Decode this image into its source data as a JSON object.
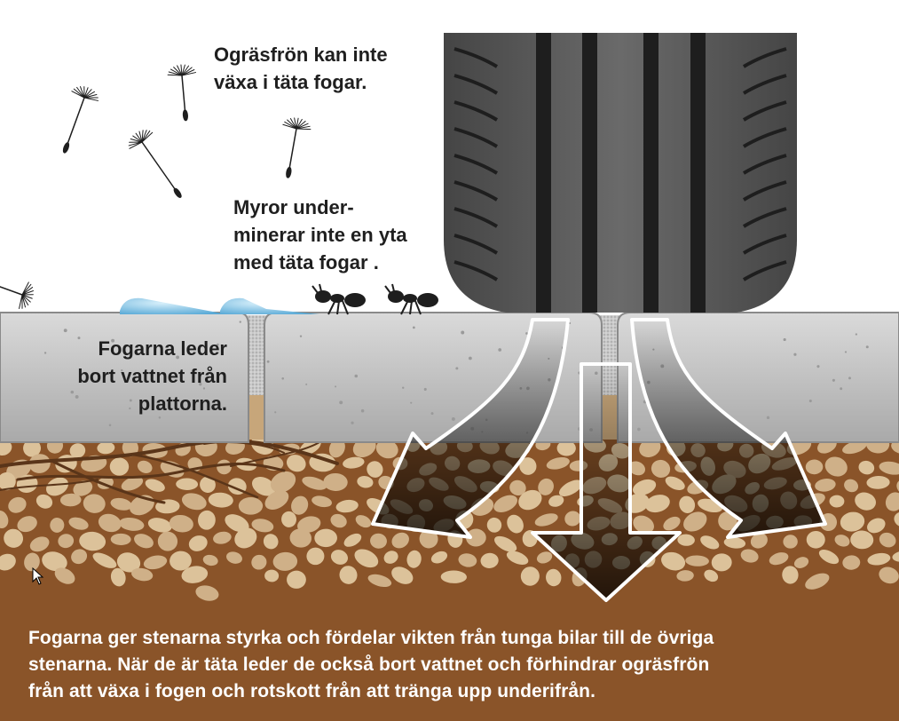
{
  "labels": {
    "seeds": [
      "Ogräsfrön kan inte",
      "växa i täta fogar."
    ],
    "ants": [
      "Myror under-",
      "minerar inte en yta",
      "med täta fogar ."
    ],
    "water": [
      "Fogarna leder",
      "bort vattnet från",
      "plattorna."
    ],
    "bottom": [
      "Fogarna ger stenarna styrka och fördelar vikten från tunga bilar till de övriga",
      "stenarna. När de är täta leder de också bort vattnet och förhindrar ogräsfrön",
      "från att växa i fogen och rotskott från att tränga upp underifrån."
    ]
  },
  "colors": {
    "soil": "#8a5429",
    "gravel": "#dcc29a",
    "paver": "#c4c4c4",
    "tire": "#555555",
    "tire_groove": "#1e1e1e",
    "water": "#7cc1e6",
    "joint_sand": "#b5b5b5"
  },
  "icons": [
    "tire-icon",
    "dandelion-seed-icon",
    "ant-icon",
    "water-drop-icon",
    "root-icon",
    "arrow-icon",
    "mouse-cursor-icon"
  ]
}
